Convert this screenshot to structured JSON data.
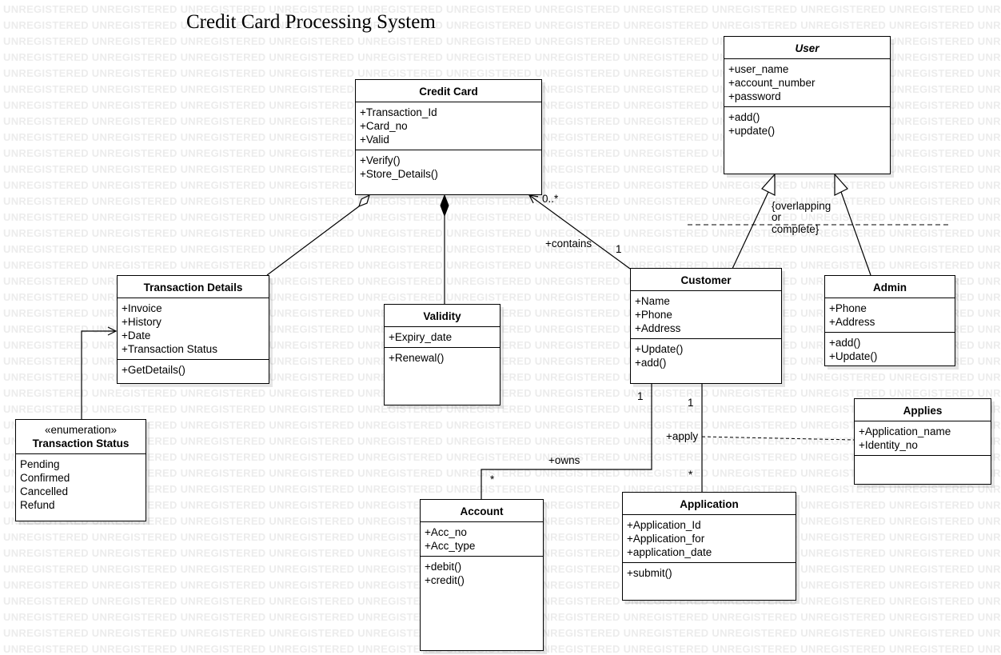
{
  "watermark_text": "UNREGISTERED",
  "title": "Credit Card Processing System",
  "classes": {
    "credit_card": {
      "name": "Credit Card",
      "attributes": [
        "+Transaction_Id",
        "+Card_no",
        "+Valid"
      ],
      "operations": [
        "+Verify()",
        "+Store_Details()"
      ]
    },
    "user": {
      "name": "User",
      "attributes": [
        "+user_name",
        "+account_number",
        "+password"
      ],
      "operations": [
        "+add()",
        "+update()"
      ]
    },
    "transaction_details": {
      "name": "Transaction Details",
      "attributes": [
        "+Invoice",
        "+History",
        "+Date",
        "+Transaction Status"
      ],
      "operations": [
        "+GetDetails()"
      ]
    },
    "validity": {
      "name": "Validity",
      "attributes": [
        "+Expiry_date"
      ],
      "operations": [
        "+Renewal()"
      ]
    },
    "customer": {
      "name": "Customer",
      "attributes": [
        "+Name",
        "+Phone",
        "+Address"
      ],
      "operations": [
        "+Update()",
        "+add()"
      ]
    },
    "admin": {
      "name": "Admin",
      "attributes": [
        "+Phone",
        "+Address"
      ],
      "operations": [
        "+add()",
        "+Update()"
      ]
    },
    "transaction_status": {
      "stereotype": "«enumeration»",
      "name": "Transaction Status",
      "literals": [
        "Pending",
        "Confirmed",
        "Cancelled",
        "Refund"
      ]
    },
    "applies": {
      "name": "Applies",
      "attributes": [
        "+Application_name",
        "+Identity_no"
      ],
      "operations": []
    },
    "account": {
      "name": "Account",
      "attributes": [
        "+Acc_no",
        "+Acc_type"
      ],
      "operations": [
        "+debit()",
        "+credit()"
      ]
    },
    "application": {
      "name": "Application",
      "attributes": [
        "+Application_Id",
        "+Application_for",
        "+application_date"
      ],
      "operations": [
        "+submit()"
      ]
    }
  },
  "labels": {
    "contains_mult_cc": "0..*",
    "contains_role": "+contains",
    "contains_mult_cust": "1",
    "generalization_constraint": [
      "{overlapping",
      "or",
      "complete}"
    ],
    "owns_mult_cust": "1",
    "owns_role": "+owns",
    "owns_mult_acc": "*",
    "apply_mult_cust": "1",
    "apply_role": "+apply",
    "apply_mult_app": "*"
  }
}
